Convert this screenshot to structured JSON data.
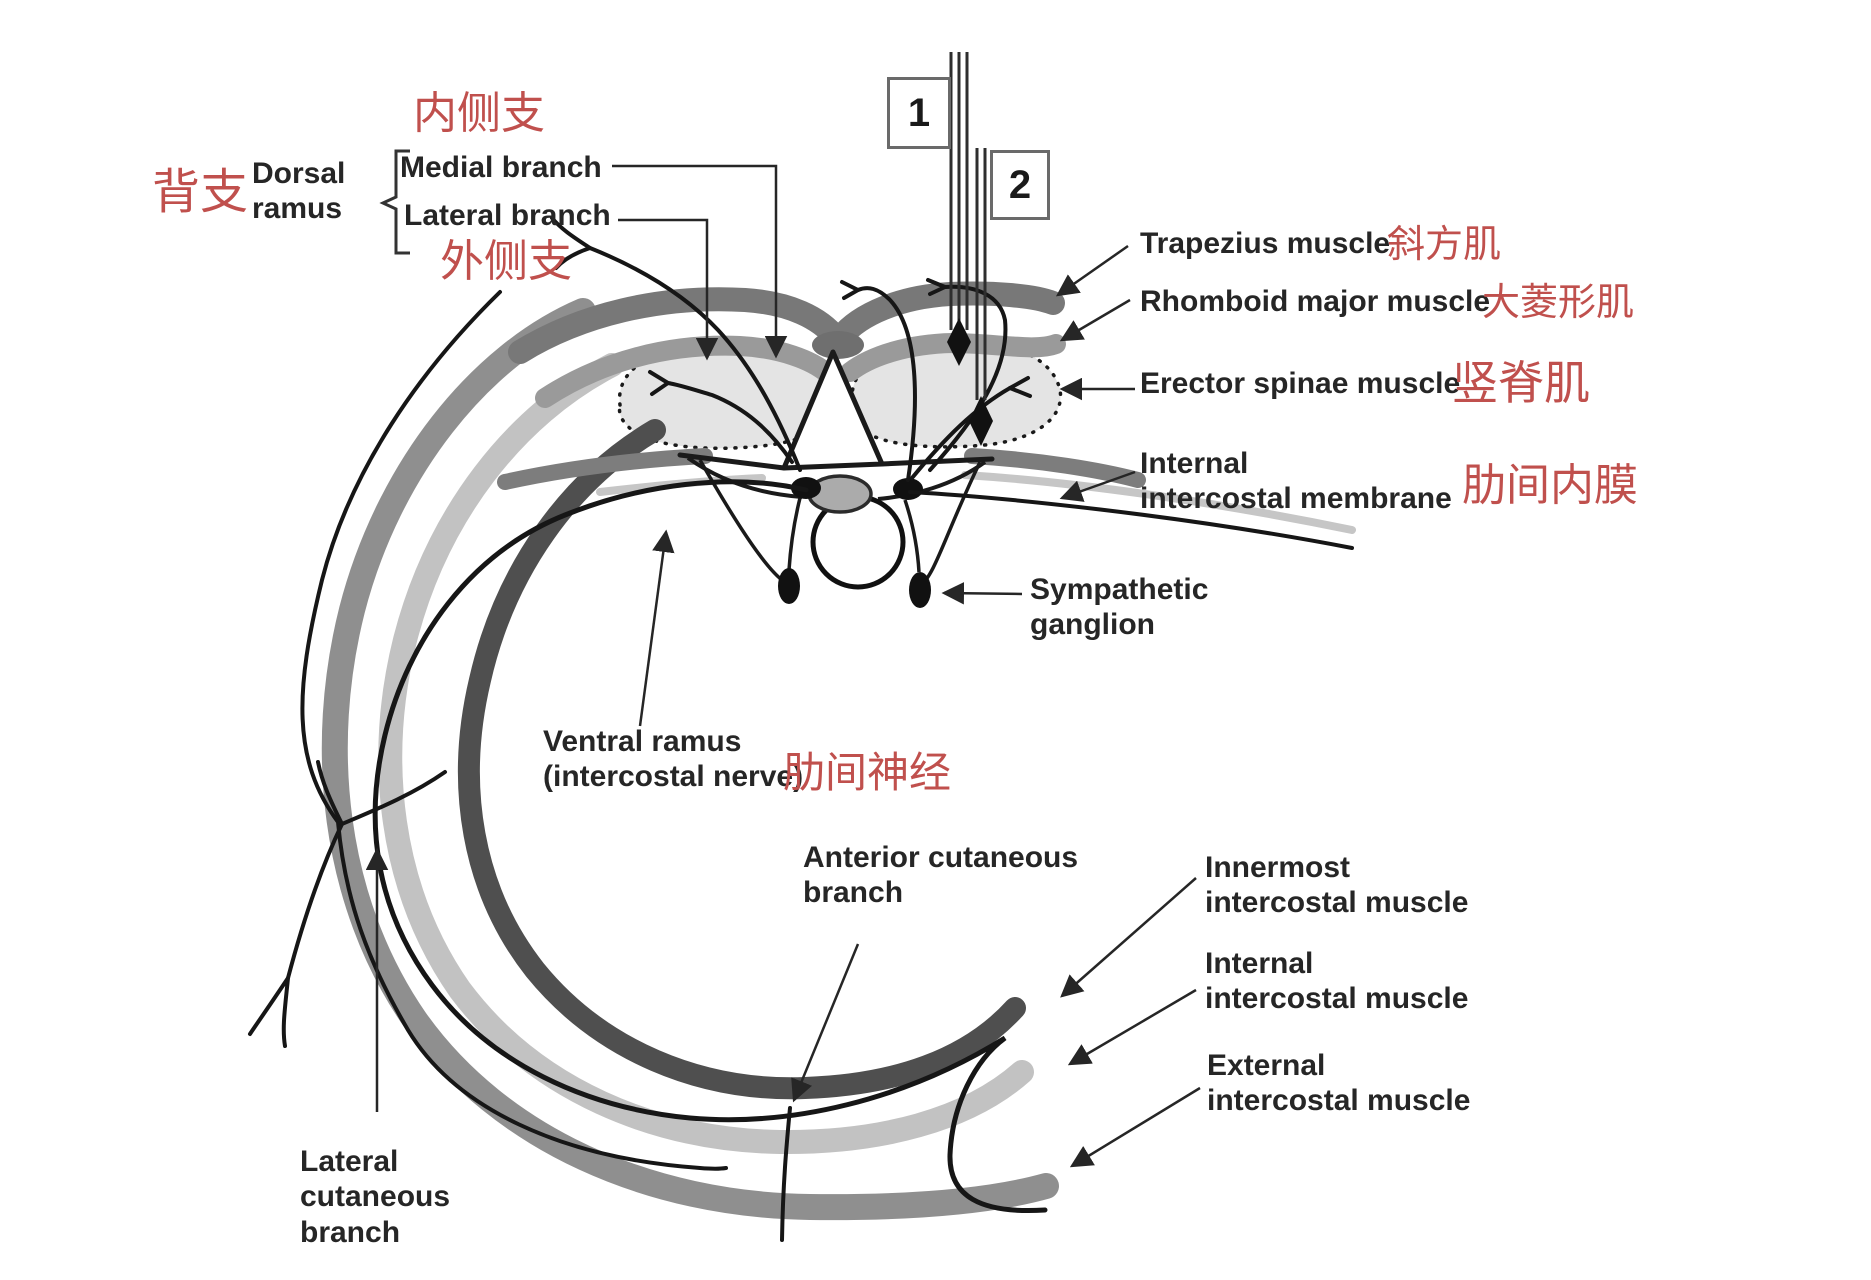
{
  "figure": {
    "description": "Cross-section diagram of thoracic spine and intercostal nerve pathway with bilingual English/Chinese labels",
    "needle_markers": {
      "needle1": "1",
      "needle2": "2"
    }
  },
  "colors": {
    "chinese_red": "#c0504d",
    "label_black": "#262626",
    "trapezius_gray": "#787878",
    "rhomboid_gray": "#9a9a9a",
    "external_gray": "#8f8f8f",
    "internal_gray": "#c2c2c2",
    "innermost_gray": "#4f4f4f",
    "erector_fill": "#e4e4e4",
    "background": "#ffffff"
  },
  "labels": {
    "bei_zhi": "背支",
    "dorsal_ramus": "Dorsal\nramus",
    "nei_ce_zhi": "内侧支",
    "medial_branch": "Medial branch",
    "lateral_branch": "Lateral branch",
    "wai_ce_zhi": "外侧支",
    "trapezius": "Trapezius muscle",
    "trapezius_cn": "斜方肌",
    "rhomboid": "Rhomboid major muscle",
    "rhomboid_cn": "大菱形肌",
    "erector": "Erector spinae muscle",
    "erector_cn": "竖脊肌",
    "membrane": "Internal\nintercostal membrane",
    "membrane_cn": "肋间内膜",
    "sympathetic": "Sympathetic\nganglion",
    "ventral": "Ventral ramus\n(intercostal nerve)",
    "ventral_cn": "肋间神经",
    "anterior": "Anterior cutaneous\nbranch",
    "innermost": "Innermost\nintercostal muscle",
    "internal_muscle": "Internal\nintercostal muscle",
    "external_muscle": "External\nintercostal muscle",
    "lateral_cutaneous": "Lateral\ncutaneous\nbranch"
  }
}
